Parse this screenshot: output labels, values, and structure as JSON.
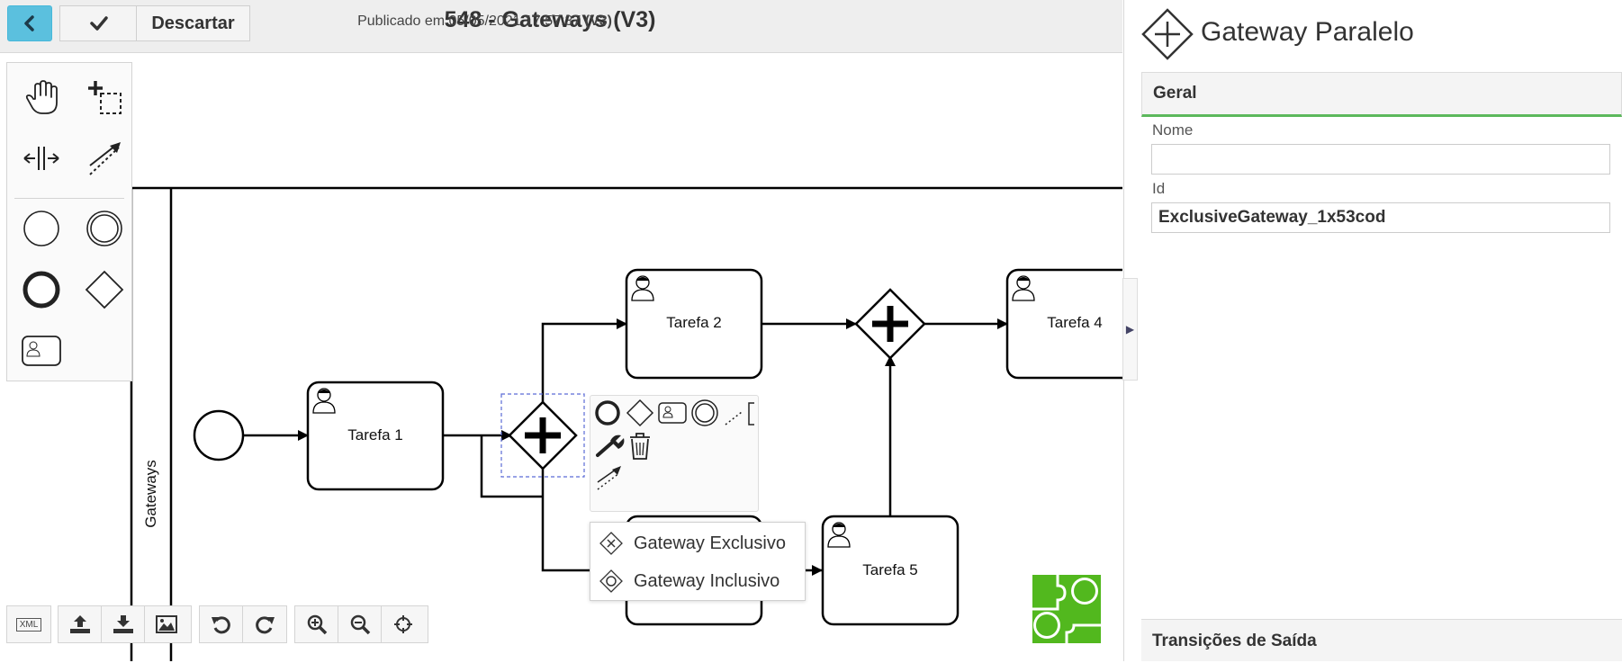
{
  "toolbar": {
    "back_icon": "chevron-left-icon",
    "confirm_icon": "check-icon",
    "discard_label": "Descartar"
  },
  "header": {
    "title": "548 - Gateways (V3)",
    "published_prefix": "Publicado em 05/05/2021 17:57:37",
    "published_version": "(V3)"
  },
  "palette": {
    "tools": [
      "hand-tool-icon",
      "lasso-tool-icon",
      "space-tool-icon",
      "connect-tool-icon",
      "start-event-icon",
      "intermediate-event-icon",
      "end-event-icon",
      "gateway-icon",
      "user-task-icon"
    ]
  },
  "diagram": {
    "lane_label": "Gateways",
    "tasks": [
      "Tarefa 1",
      "Tarefa 2",
      "Tarefa 4",
      "Tarefa 5"
    ]
  },
  "context_pad": {
    "actions": [
      "end-event-icon",
      "gateway-icon",
      "user-task-icon",
      "intermediate-event-icon",
      "annotation-icon",
      "wrench-icon",
      "trash-icon",
      "connect-icon"
    ]
  },
  "replace_menu": {
    "items": [
      "Gateway Exclusivo",
      "Gateway Inclusivo"
    ]
  },
  "bottom_toolbar": {
    "xml_label": "XML",
    "icons": [
      "upload-icon",
      "download-icon",
      "image-icon",
      "undo-icon",
      "redo-icon",
      "zoom-in-icon",
      "zoom-out-icon",
      "crosshair-icon"
    ]
  },
  "properties": {
    "title": "Gateway Paralelo",
    "section_general": "Geral",
    "name_label": "Nome",
    "name_value": "",
    "id_label": "Id",
    "id_value": "ExclusiveGateway_1x53cod",
    "section_transitions": "Transições de Saída"
  },
  "colors": {
    "accent_blue": "#5bc0de",
    "section_green": "#5cb85c",
    "logo_green": "#52b81e"
  }
}
